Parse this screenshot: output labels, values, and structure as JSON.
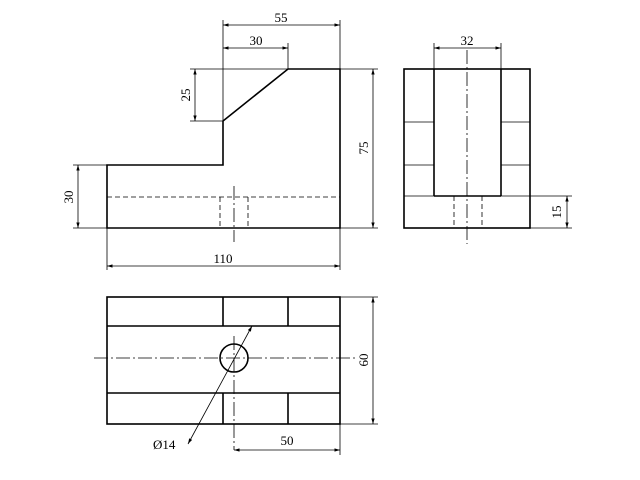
{
  "views": {
    "front": "front-view",
    "side": "side-view",
    "top": "top-view"
  },
  "dimensions": {
    "total_length": "110",
    "step_width": "55",
    "chamfer_horizontal": "30",
    "chamfer_vertical": "25",
    "total_height": "75",
    "base_height": "30",
    "slot_width": "32",
    "hole_depth": "15",
    "depth": "60",
    "hole_offset": "50",
    "hole_diameter": "Ø14"
  },
  "colors": {
    "line": "#000000",
    "background": "#ffffff"
  }
}
